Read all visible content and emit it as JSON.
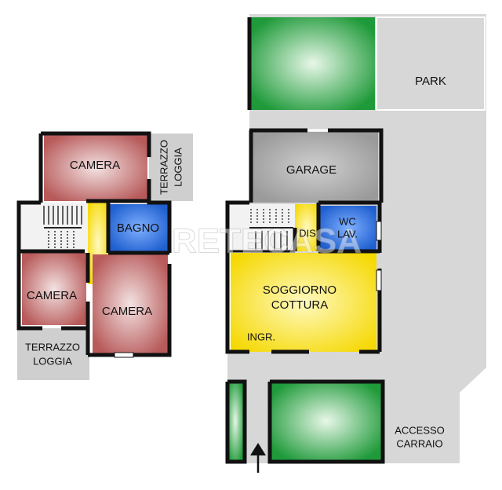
{
  "colors": {
    "camera": "#b85a5a",
    "bagno": "#1f5fcf",
    "wc": "#1f5fcf",
    "garage": "#9a9a9a",
    "soggiorno": "#f5d800",
    "green": "#1f9a3a",
    "paving": "#d7d7d7",
    "terrace": "#cfcfcf",
    "wall": "#111111"
  },
  "watermark": "RETECASA",
  "left_floor": {
    "camera_top": "CAMERA",
    "terrazzo_right": [
      "TERRAZZO",
      "LOGGIA"
    ],
    "bagno": "BAGNO",
    "camera_left": "CAMERA",
    "camera_right": "CAMERA",
    "terrazzo_bottom": [
      "TERRAZZO",
      "LOGGIA"
    ]
  },
  "right_floor": {
    "park": "PARK",
    "garage": "GARAGE",
    "dis": "DIS",
    "wc": [
      "WC",
      "LAV."
    ],
    "soggiorno": [
      "SOGGIORNO",
      "COTTURA"
    ],
    "ingr": "INGR.",
    "accesso": [
      "ACCESSO",
      "CARRAIO"
    ]
  }
}
